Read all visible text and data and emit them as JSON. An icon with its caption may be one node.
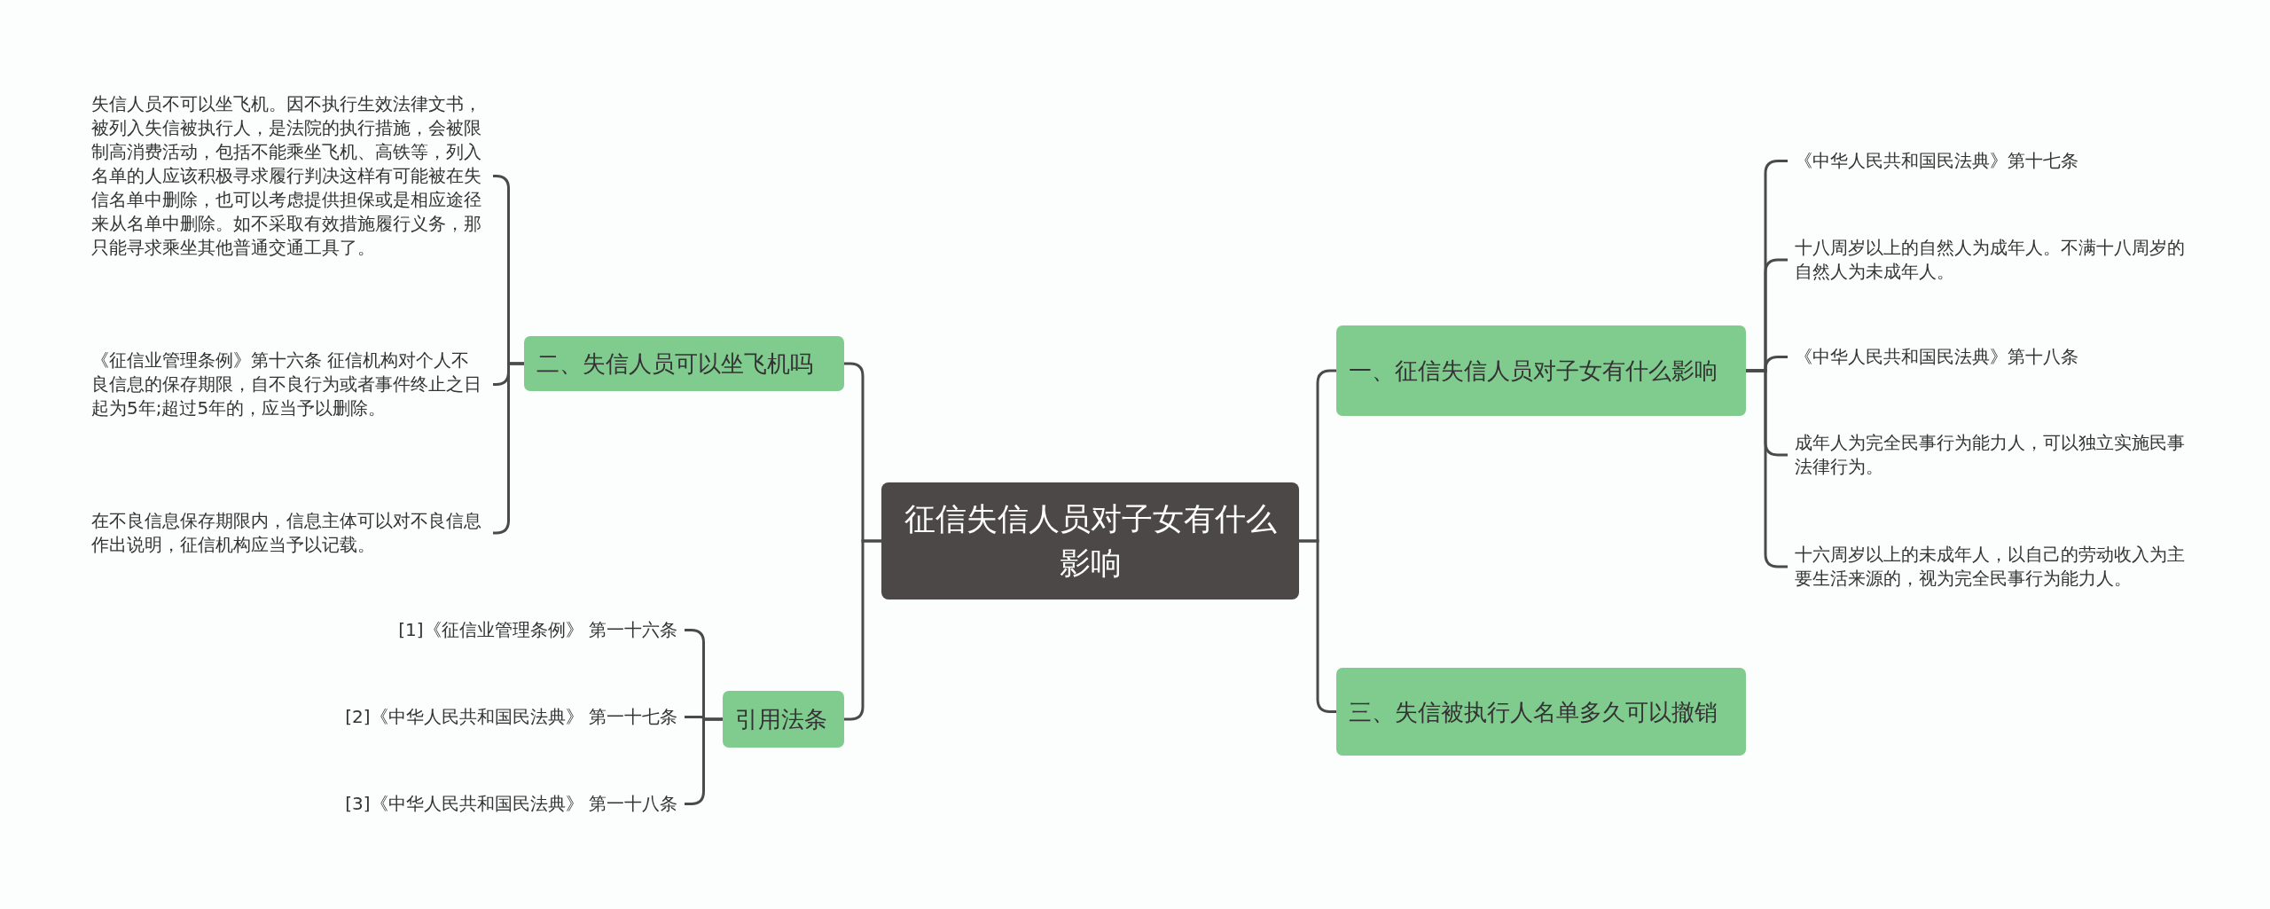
{
  "diagram": {
    "nodes": [
      {
        "text": [
          "征信失信人员对子女有什么影响"
        ]
      },
      {
        "text": [
          "二、失信人员可以坐飞机吗"
        ]
      },
      {
        "text": [
          "失信人员不可以坐飞机。因不执行生效法律文书，被列入失信被执行人，是法院的执行措施，会被限制高消费活动，包括不能乘坐飞机、高铁等，列入名单的人应该积极寻求履行判决这样有可能被在失信名单中删除，也可以考虑提供担保或是相应途径来从名单中删除。如不采取有效措施履行义务，那只能寻求乘坐其他普通交通工具了。"
        ]
      },
      {
        "text": [
          "《征信业管理条例》第十六条 征信机构对个人不良信息的保存期限，自不良行为或者事件终止之日起为5年;超过5年的，应当予以删除。"
        ]
      },
      {
        "text": [
          "在不良信息保存期限内，信息主体可以对不良信息作出说明，征信机构应当予以记载。"
        ]
      },
      {
        "text": [
          "引用法条"
        ]
      },
      {
        "text": [
          "[1]《征信业管理条例》 第一十六条"
        ]
      },
      {
        "text": [
          "[2]《中华人民共和国民法典》 第一十七条"
        ]
      },
      {
        "text": [
          "[3]《中华人民共和国民法典》 第一十八条"
        ]
      },
      {
        "text": [
          "一、征信失信人员对子女有什么影响"
        ]
      },
      {
        "text": [
          "《中华人民共和国民法典》第十七条"
        ]
      },
      {
        "text": [
          "十八周岁以上的自然人为成年人。不满十八周岁的自然人为未成年人。"
        ]
      },
      {
        "text": [
          "《中华人民共和国民法典》第十八条"
        ]
      },
      {
        "text": [
          "成年人为完全民事行为能力人，可以独立实施民事法律行为。"
        ]
      },
      {
        "text": [
          "十六周岁以上的未成年人，以自己的劳动收入为主要生活来源的，视为完全民事行为能力人。"
        ]
      },
      {
        "text": [
          "三、失信被执行人名单多久可以撤销"
        ]
      }
    ],
    "edges": [
      {
        "from": 0,
        "to": 1,
        "arrow": "none"
      },
      {
        "from": 1,
        "to": 2,
        "arrow": "none"
      },
      {
        "from": 1,
        "to": 3,
        "arrow": "none"
      },
      {
        "from": 1,
        "to": 4,
        "arrow": "none"
      },
      {
        "from": 0,
        "to": 5,
        "arrow": "none"
      },
      {
        "from": 5,
        "to": 6,
        "arrow": "none"
      },
      {
        "from": 5,
        "to": 7,
        "arrow": "none"
      },
      {
        "from": 5,
        "to": 8,
        "arrow": "none"
      },
      {
        "from": 0,
        "to": 9,
        "arrow": "none"
      },
      {
        "from": 9,
        "to": 10,
        "arrow": "none"
      },
      {
        "from": 9,
        "to": 11,
        "arrow": "none"
      },
      {
        "from": 9,
        "to": 12,
        "arrow": "none"
      },
      {
        "from": 9,
        "to": 13,
        "arrow": "none"
      },
      {
        "from": 9,
        "to": 14,
        "arrow": "none"
      },
      {
        "from": 0,
        "to": 15,
        "arrow": "none"
      }
    ]
  }
}
